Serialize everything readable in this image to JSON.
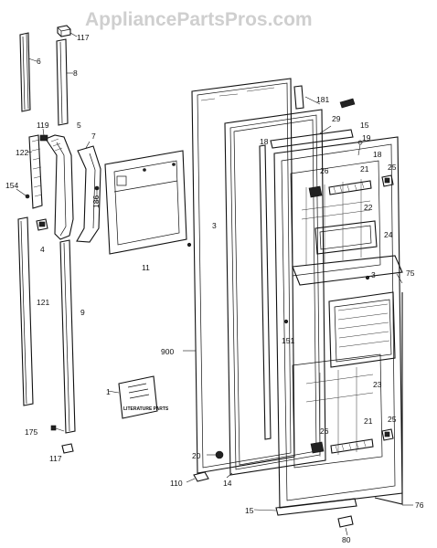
{
  "watermark": "AppliancePartsPros.com",
  "literature": {
    "label": "LITERATURE PARTS"
  },
  "callouts": {
    "c117a": "117",
    "c6": "6",
    "c8": "8",
    "c119": "119",
    "c5": "5",
    "c7": "7",
    "c122": "122",
    "c154": "154",
    "c186": "186",
    "c4": "4",
    "c121": "121",
    "c9": "9",
    "c1": "1",
    "c175": "175",
    "c117b": "117",
    "c11": "11",
    "c3a": "3",
    "c900": "900",
    "c20": "20",
    "c110": "110",
    "c14": "14",
    "c18a": "18",
    "c181": "181",
    "c29": "29",
    "c15a": "15",
    "c19": "19",
    "c18b": "18",
    "c26a": "26",
    "c21a": "21",
    "c25a": "25",
    "c22": "22",
    "c24": "24",
    "c3b": "3",
    "c75": "75",
    "c151": "151",
    "c23": "23",
    "c26b": "26",
    "c21b": "21",
    "c25b": "25",
    "c15b": "15",
    "c76": "76",
    "c80": "80"
  }
}
